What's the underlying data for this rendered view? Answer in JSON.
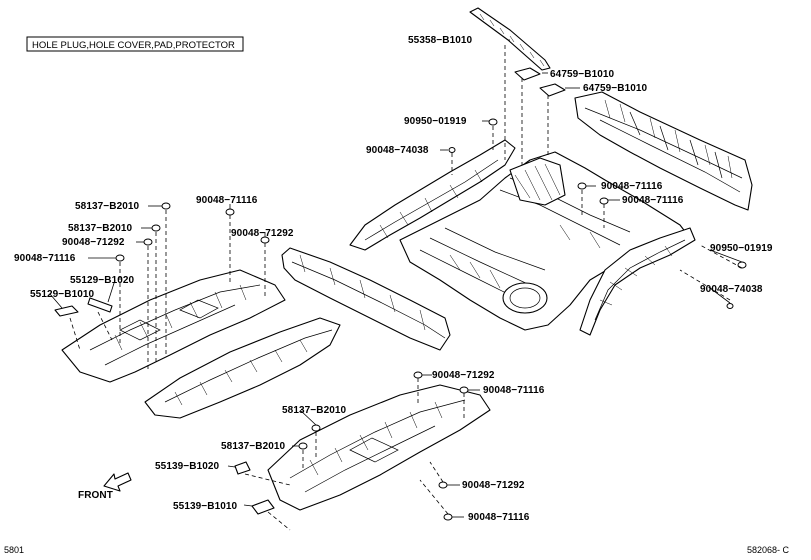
{
  "header": {
    "title": "HOLE PLUG,HOLE COVER,PAD,PROTECTOR"
  },
  "footer": {
    "left_code": "5801",
    "right_code": "582068- C"
  },
  "front_indicator": {
    "label": "FRONT",
    "icon": "arrow-icon"
  },
  "callouts": {
    "c_55358_B1010": "55358−B1010",
    "c_64759_B1010_a": "64759−B1010",
    "c_64759_B1010_b": "64759−B1010",
    "c_90950_01919_a": "90950−01919",
    "c_90048_74038_a": "90048−74038",
    "c_90048_71116_r1": "90048−71116",
    "c_90048_71116_r2": "90048−71116",
    "c_90950_01919_b": "90950−01919",
    "c_90048_74038_b": "90048−74038",
    "c_58137_B2010_a": "58137−B2010",
    "c_58137_B2010_b": "58137−B2010",
    "c_90048_71292_a": "90048−71292",
    "c_90048_71116_l": "90048−71116",
    "c_55129_B1020": "55129−B1020",
    "c_55129_B1010": "55129−B1010",
    "c_90048_71116_c": "90048−71116",
    "c_90048_71292_c": "90048−71292",
    "c_90048_71292_m": "90048−71292",
    "c_90048_71116_m": "90048−71116",
    "c_58137_B2010_m": "58137−B2010",
    "c_58137_B2010_n": "58137−B2010",
    "c_55139_B1020": "55139−B1020",
    "c_55139_B1010": "55139−B1010",
    "c_90048_71292_b": "90048−71292",
    "c_90048_71116_b": "90048−71116"
  }
}
